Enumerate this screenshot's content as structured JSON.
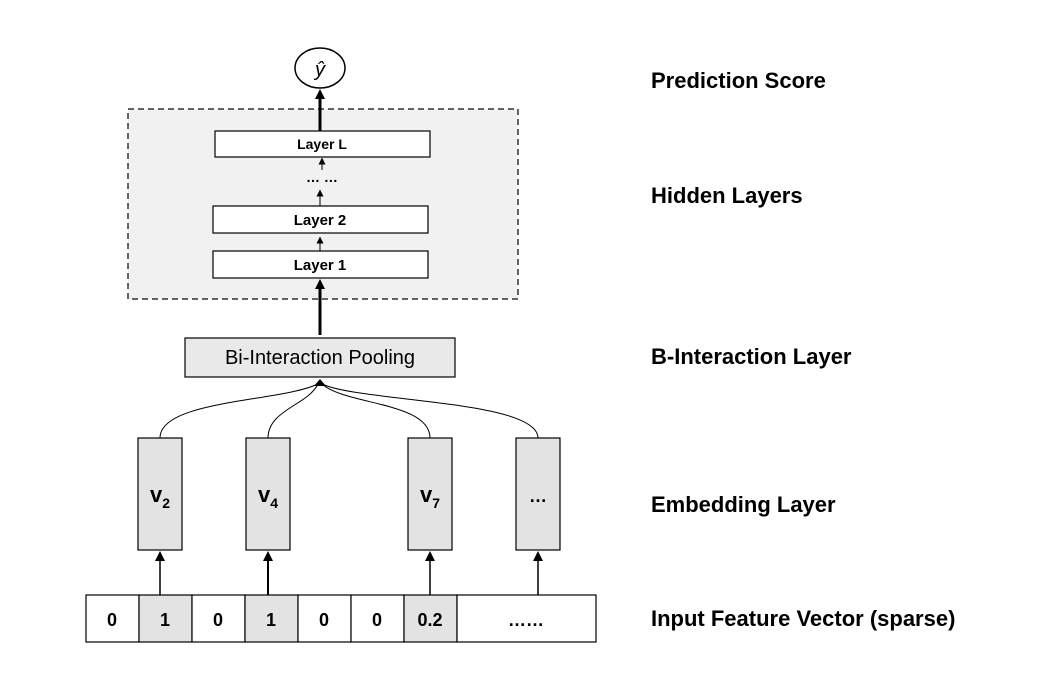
{
  "output_node": {
    "symbol": "ŷ"
  },
  "hidden_layers": {
    "top_label": "Layer L",
    "ellipsis": "… …",
    "middle_label": "Layer 2",
    "bottom_label": "Layer 1"
  },
  "pooling": {
    "label": "Bi-Interaction Pooling"
  },
  "embeddings": [
    {
      "base": "v",
      "sub": "2"
    },
    {
      "base": "v",
      "sub": "4"
    },
    {
      "base": "v",
      "sub": "7"
    },
    {
      "base": "…",
      "sub": ""
    }
  ],
  "input_vector": {
    "cells": [
      "0",
      "1",
      "0",
      "1",
      "0",
      "0",
      "0.2",
      "……"
    ],
    "highlighted": [
      false,
      true,
      false,
      true,
      false,
      false,
      true,
      false
    ]
  },
  "side_labels": {
    "prediction": "Prediction Score",
    "hidden": "Hidden Layers",
    "interaction": "B-Interaction Layer",
    "embedding": "Embedding Layer",
    "input": "Input Feature Vector (sparse)"
  },
  "colors": {
    "shaded": "#e3e3e3",
    "dashed_panel": "#f1f1f1",
    "stroke": "#000000",
    "text": "#000000"
  }
}
